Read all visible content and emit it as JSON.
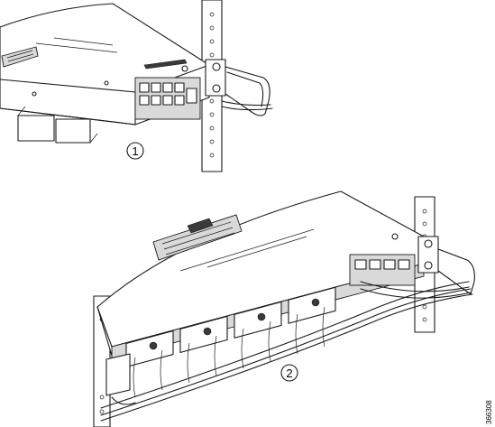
{
  "callouts": [
    {
      "label": "1"
    },
    {
      "label": "2"
    }
  ],
  "figure_id": "366308"
}
